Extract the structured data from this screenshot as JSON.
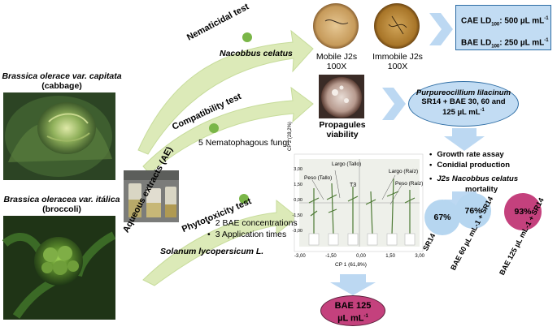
{
  "plants": {
    "cabbage": {
      "name": "Brassica olerace var. capitata",
      "common": "(cabbage)"
    },
    "broccoli": {
      "name": "Brassica oleracea var. itálica",
      "common": "(broccoli)"
    }
  },
  "extract_label": "Aqueous extracts (AE)",
  "tests": {
    "nematicidal": {
      "title": "Nematicidal test",
      "target": "Nacobbus celatus"
    },
    "compatibility": {
      "title": "Compatibility test",
      "target": "5 Nematophagous  fungi"
    },
    "phytotoxicity": {
      "title": "Phytotoxicity test",
      "bullets": [
        "2 BAE concentrations",
        "3 Application times"
      ],
      "target": "Solanum lycopersicum L."
    }
  },
  "petri": {
    "mobile": {
      "label": "Mobile J2s",
      "mag": "100X"
    },
    "immobile": {
      "label": "Immobile J2s",
      "mag": "100X"
    }
  },
  "ld": {
    "cae_label": "CAE LD",
    "cae_sub": "100",
    "cae_value": ": 500 µL mL",
    "bae_label": "BAE LD",
    "bae_sub": "100",
    "bae_value": ": 250 µL mL",
    "sup": "-1"
  },
  "propagules": {
    "line1": "Propagules",
    "line2": "viability"
  },
  "fungus": {
    "name": "Purpureocillium lilacinum",
    "line2": "SR14 + BAE 30, 60 and",
    "line3": "125 µL mL",
    "sup": "-1"
  },
  "assays": {
    "growth": "Growth rate assay",
    "conidial": "Conidial production",
    "mortality_prefix": "J2s ",
    "mortality_species": "Nacobbus celatus",
    "mortality_suffix": "mortality"
  },
  "mortality": [
    {
      "value": "67%",
      "label": "SR14",
      "color": "#b6d6f0"
    },
    {
      "value": "76%",
      "label": "BAE 60 µL mL-1 + SR14",
      "color": "#b6d6f0"
    },
    {
      "value": "93%",
      "label": "BAE 125 µL mL-1 + SR14",
      "color": "#c4417d"
    }
  ],
  "pca": {
    "xlabel": "CP 1 (61,8%)",
    "ylabel": "CP 2 (28,2%)",
    "xticks": [
      "-3,00",
      "-1,50",
      "0,00",
      "1,50",
      "3,00"
    ],
    "yticks": [
      "3,00",
      "1,50",
      "0,00",
      "-1,50",
      "-3,00"
    ],
    "annotations": [
      "Largo (Tallo)",
      "Peso (Tallo)",
      "Largo (Raíz)",
      "Peso (Raíz)",
      "T3"
    ]
  },
  "result": {
    "line1": "BAE 125",
    "line2": "µL mL",
    "sup": "-1"
  },
  "colors": {
    "arrow": "#dceab8",
    "chevron": "#bcd8f2",
    "dot": "#7ab648",
    "blue_box": "#c2dcf3",
    "magenta": "#c4417d"
  }
}
